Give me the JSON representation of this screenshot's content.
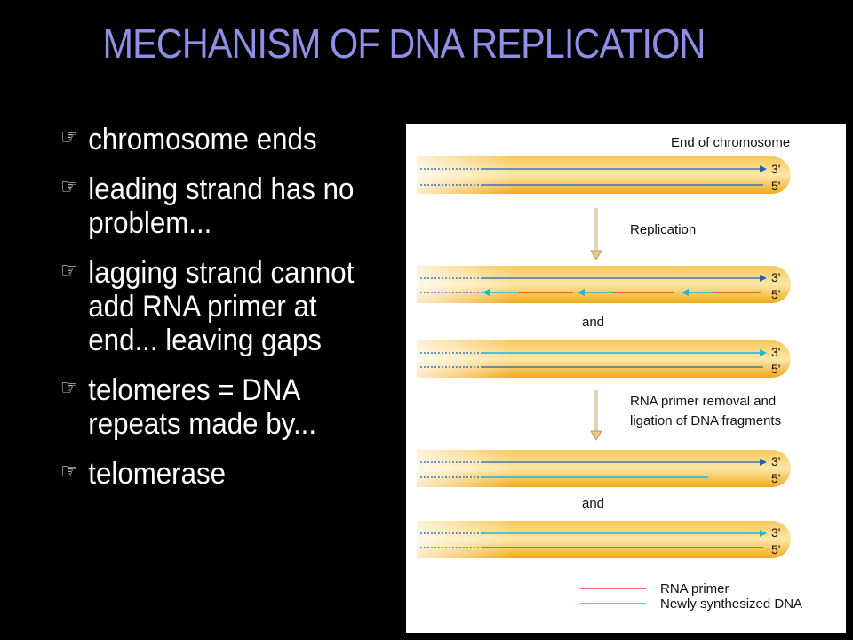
{
  "title": "MECHANISM OF DNA REPLICATION",
  "bullets": [
    {
      "icon": "pointing-hand-icon",
      "text": "chromosome ends"
    },
    {
      "icon": "pointing-hand-icon",
      "text": "leading strand has no problem..."
    },
    {
      "icon": "pointing-hand-icon",
      "text": "lagging strand cannot add RNA primer at end... leaving gaps"
    },
    {
      "icon": "pointing-hand-icon",
      "text": "telomeres = DNA repeats made by..."
    },
    {
      "icon": "pointing-hand-icon",
      "text": "telomerase"
    }
  ],
  "figure": {
    "caption_top": "End of chromosome",
    "step1": "Replication",
    "step2_line1": "RNA primer removal and",
    "step2_line2": "ligation of DNA fragments",
    "and1": "and",
    "and2": "and",
    "label_3prime": "3'",
    "label_5prime": "5'",
    "legend": [
      {
        "label": "RNA primer",
        "color": "#e3402a"
      },
      {
        "label": "Newly synthesized DNA",
        "color": "#20b4d6"
      }
    ],
    "colors": {
      "chromosome": "#f4b41c",
      "parental_strand": "#1f5fb0"
    }
  }
}
